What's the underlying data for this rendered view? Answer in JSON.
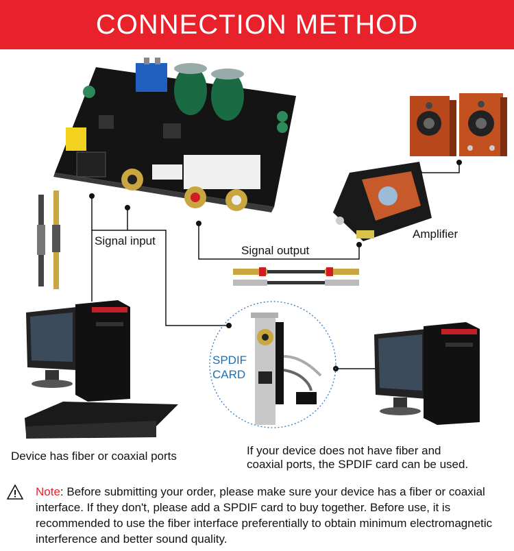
{
  "header": {
    "title": "CONNECTION METHOD"
  },
  "labels": {
    "signal_input": "Signal input",
    "signal_output": "Signal output",
    "amplifier": "Amplifier",
    "spdif_line1": "SPDIF",
    "spdif_line2": "CARD"
  },
  "captions": {
    "left": "Device has fiber or coaxial ports",
    "right_line1": "If your device does not have fiber and",
    "right_line2": "coaxial ports, the SPDIF card can be used."
  },
  "note": {
    "prefix": "Note",
    "colon": ":",
    "text": " Before submitting your order, please make sure your device has a fiber or coaxial interface. If they don't, please add a SPDIF card to buy together. Before use, it is recommended to use the fiber interface preferentially to obtain minimum electromagnetic interference and better sound quality."
  },
  "colors": {
    "banner": "#e8212b",
    "spdif_text": "#1a6fb5",
    "note_label": "#e8212b"
  },
  "images": {
    "decoder_board": "dac-decoder-board-image",
    "speakers": "wooden-speakers-image",
    "amplifier_board": "amplifier-board-image",
    "cables_left": "optical-and-coaxial-cables-image",
    "rca_cable": "rca-audio-cable-image",
    "pc_left": "desktop-computer-image",
    "dvd_player": "dvd-player-image",
    "spdif_card": "spdif-pci-card-image",
    "pc_right": "desktop-computer-image"
  }
}
